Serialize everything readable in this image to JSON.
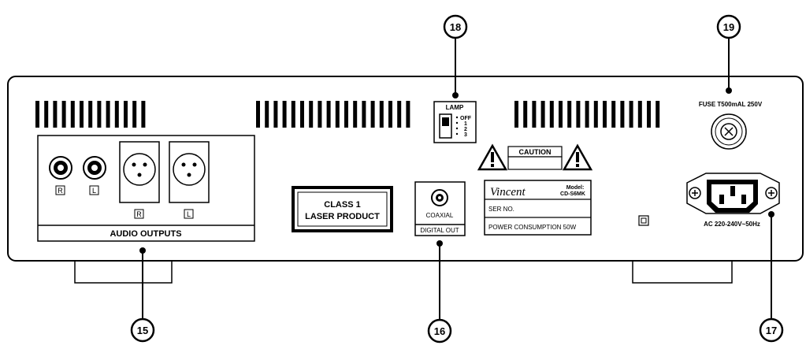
{
  "callouts": {
    "c15": "15",
    "c16": "16",
    "c17": "17",
    "c18": "18",
    "c19": "19"
  },
  "panel": {
    "audio_outputs_label": "AUDIO OUTPUTS",
    "rca_right": "R",
    "rca_left": "L",
    "xlr_right": "R",
    "xlr_left": "L",
    "laser_line1": "CLASS 1",
    "laser_line2": "LASER PRODUCT",
    "coaxial_label": "COAXIAL",
    "digital_out_label": "DIGITAL OUT",
    "lamp_label": "LAMP",
    "lamp_options": [
      "OFF",
      "1",
      "2",
      "3"
    ],
    "caution_label": "CAUTION",
    "brand": "Vincent",
    "model_label": "Model:",
    "model_value": "CD-S6MK",
    "serial_label": "SER NO.",
    "power_label": "POWER CONSUMPTION 50W",
    "fuse_label": "FUSE T500mAL 250V",
    "ac_label": "AC 220-240V~50Hz"
  }
}
